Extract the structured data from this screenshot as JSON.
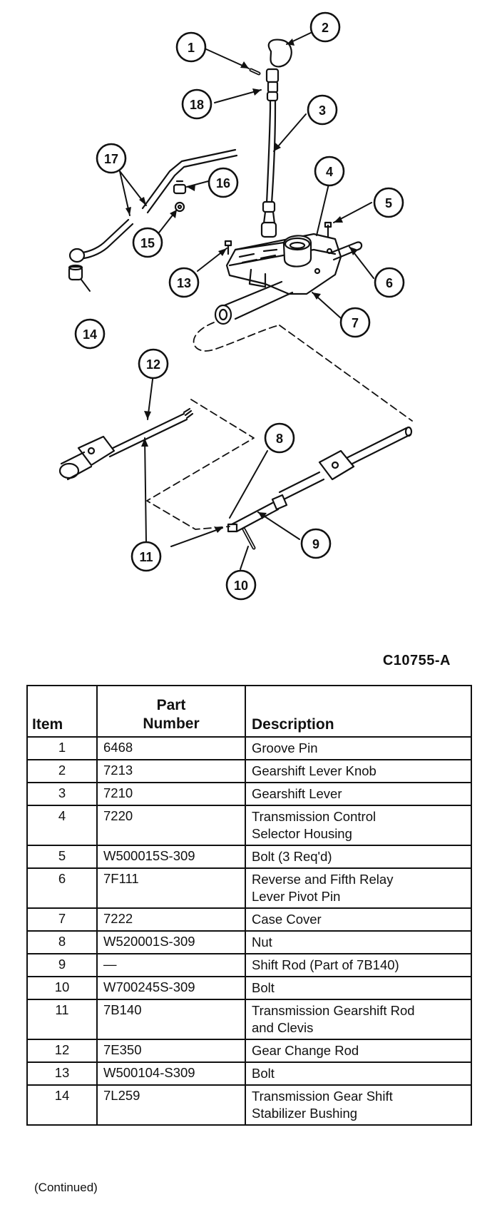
{
  "figure_code": "C10755-A",
  "callouts": [
    "1",
    "2",
    "3",
    "4",
    "5",
    "6",
    "7",
    "8",
    "9",
    "10",
    "11",
    "12",
    "13",
    "14",
    "15",
    "16",
    "17",
    "18"
  ],
  "table": {
    "headers": {
      "item": "Item",
      "part": [
        "Part",
        "Number"
      ],
      "desc": "Description"
    },
    "rows": [
      {
        "item": "1",
        "part": "6468",
        "desc": [
          "Groove Pin"
        ]
      },
      {
        "item": "2",
        "part": "7213",
        "desc": [
          "Gearshift Lever Knob"
        ]
      },
      {
        "item": "3",
        "part": "7210",
        "desc": [
          "Gearshift Lever"
        ]
      },
      {
        "item": "4",
        "part": "7220",
        "desc": [
          "Transmission Control",
          "Selector Housing"
        ]
      },
      {
        "item": "5",
        "part": "W500015S-309",
        "desc": [
          "Bolt (3 Req'd)"
        ]
      },
      {
        "item": "6",
        "part": "7F111",
        "desc": [
          "Reverse and Fifth Relay",
          "Lever Pivot Pin"
        ]
      },
      {
        "item": "7",
        "part": "7222",
        "desc": [
          "Case Cover"
        ]
      },
      {
        "item": "8",
        "part": "W520001S-309",
        "desc": [
          "Nut"
        ]
      },
      {
        "item": "9",
        "part": "—",
        "desc": [
          "Shift Rod (Part of 7B140)"
        ]
      },
      {
        "item": "10",
        "part": "W700245S-309",
        "desc": [
          "Bolt"
        ]
      },
      {
        "item": "11",
        "part": "7B140",
        "desc": [
          "Transmission Gearshift Rod",
          "and Clevis"
        ]
      },
      {
        "item": "12",
        "part": "7E350",
        "desc": [
          "Gear Change Rod"
        ]
      },
      {
        "item": "13",
        "part": "W500104-S309",
        "desc": [
          "Bolt"
        ]
      },
      {
        "item": "14",
        "part": "7L259",
        "desc": [
          "Transmission Gear Shift",
          "Stabilizer Bushing"
        ]
      }
    ]
  },
  "footer_note": "(Continued)"
}
